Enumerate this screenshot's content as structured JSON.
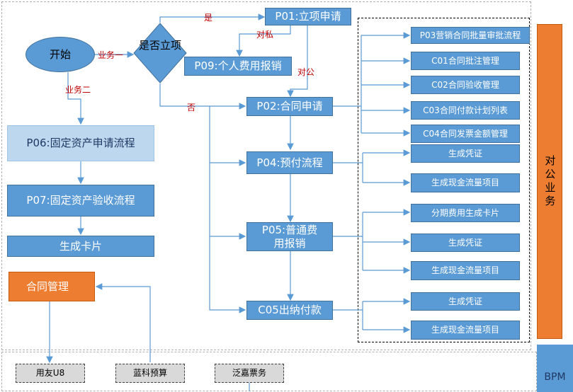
{
  "nodes": {
    "start": "开始",
    "decision": "是否立项",
    "p01": "P01:立项申请",
    "p09": "P09:个人费用报销",
    "p02": "P02:合同申请",
    "p04": "P04:预付流程",
    "p05": "P05:普通费用报销",
    "c05": "C05出纳付款",
    "p06": "P06:固定资产申请流程",
    "p07": "P07:固定资产验收流程",
    "card": "生成卡片",
    "contract": "合同管理"
  },
  "sub_nodes": {
    "p03": "P03营销合同批量审批流程",
    "c01": "C01合同批注管理",
    "c02": "C02合同验收管理",
    "c03": "C03合同付款计划列表",
    "c04": "C04合同发票金额管理",
    "p04_voucher": "生成凭证",
    "p04_cash": "生成现金流量项目",
    "p05_card": "分期费用生成卡片",
    "p05_voucher": "生成凭证",
    "p05_cash": "生成现金流量项目",
    "c05_voucher": "生成凭证",
    "c05_cash": "生成现金流量项目"
  },
  "side": {
    "corporate": "对公业务",
    "bpm": "BPM"
  },
  "systems": {
    "u8": "用友U8",
    "lanke": "蓝科预算",
    "fanjia": "泛嘉票务"
  },
  "edge_labels": {
    "yes": "是",
    "no": "否",
    "private": "对私",
    "public": "对公",
    "biz1": "业务一",
    "biz2": "业务二"
  },
  "colors": {
    "node_blue": "#5b9bd5",
    "node_light": "#bdd7ee",
    "node_orange": "#ed7d31",
    "connector": "#5b9bd5",
    "label_red": "#c00000"
  }
}
